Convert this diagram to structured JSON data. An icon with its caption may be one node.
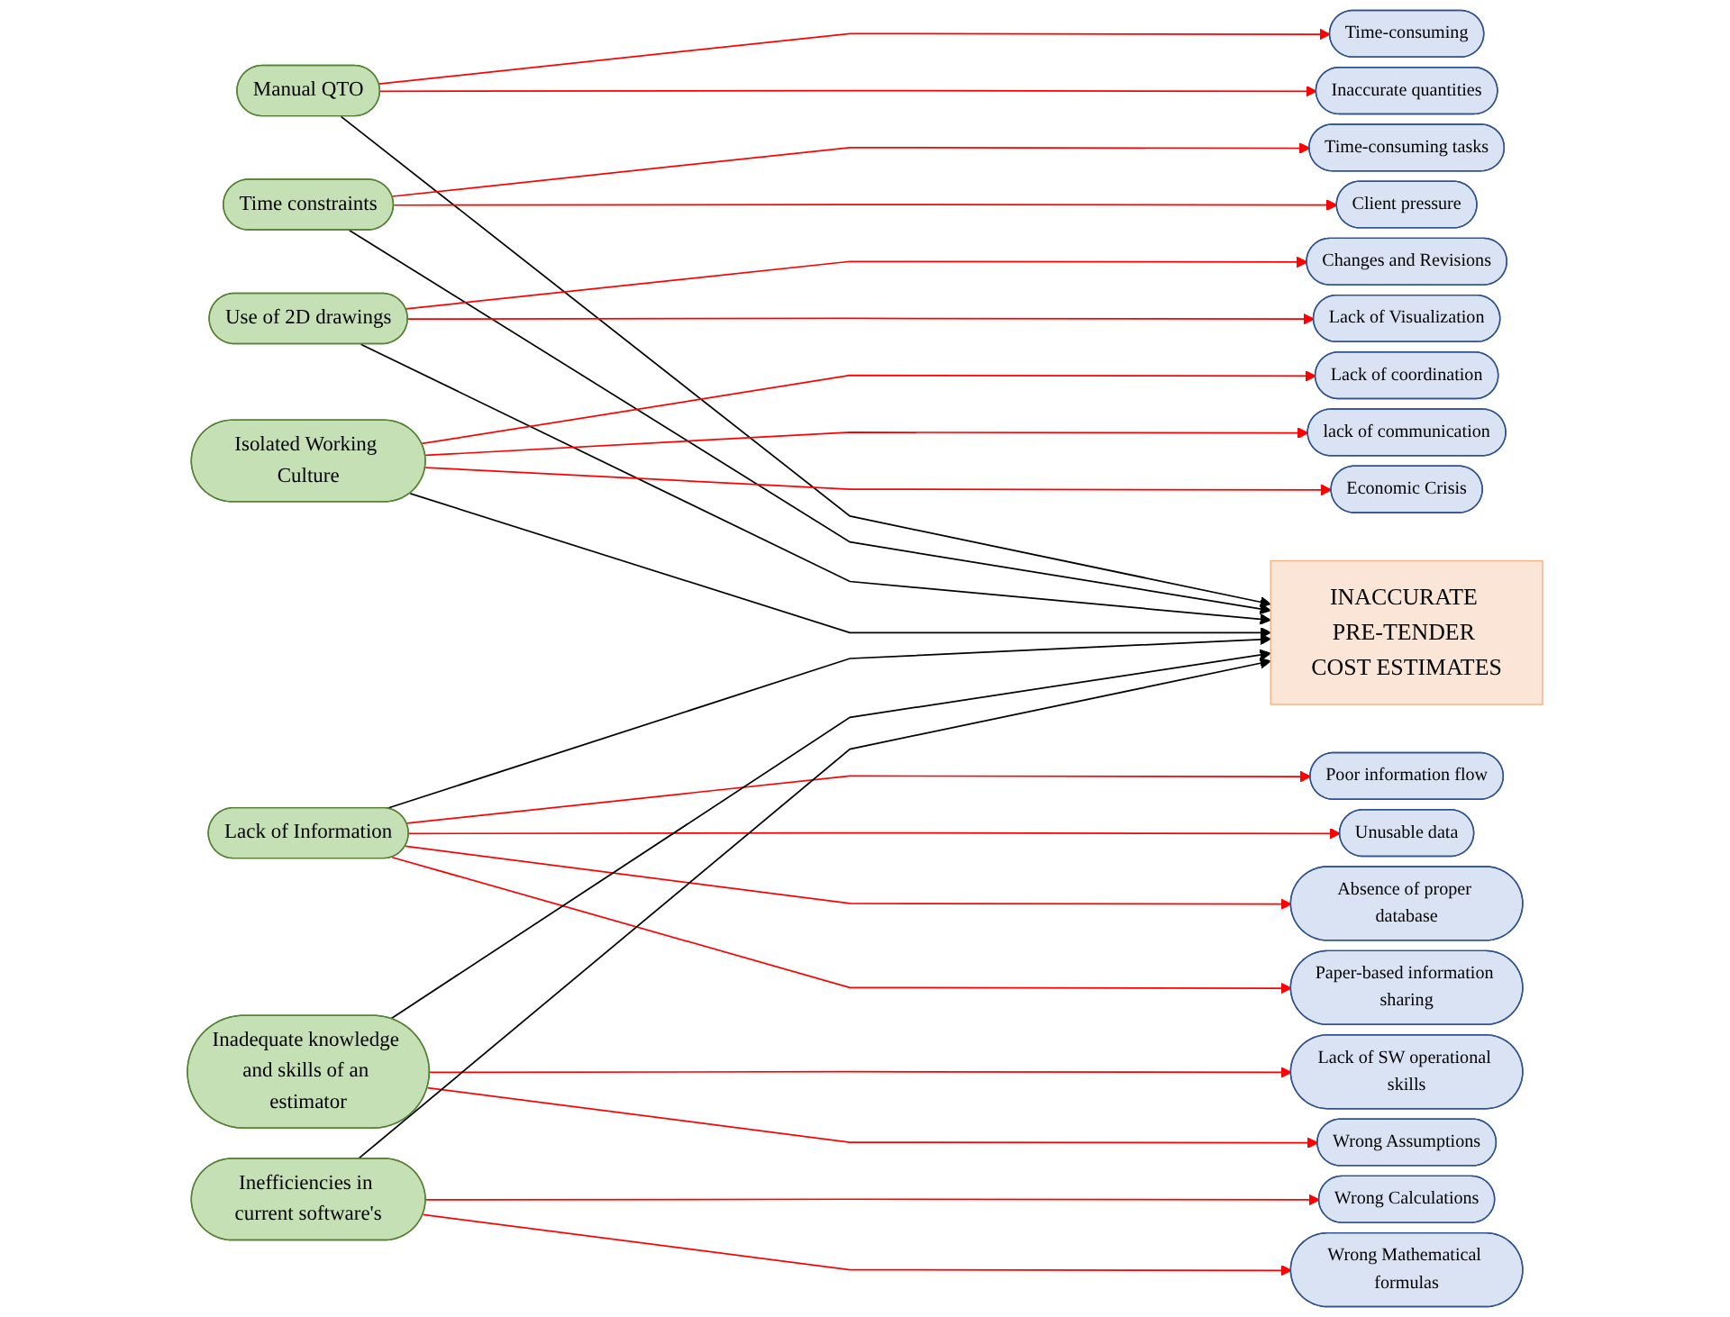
{
  "diagram": {
    "nodes": [
      {
        "text": [
          "INACCURATE PRE-TENDER COST ESTIMATES"
        ]
      },
      {
        "text": [
          "Manual QTO"
        ]
      },
      {
        "text": [
          "Inaccurate quantities"
        ]
      },
      {
        "text": [
          "Time-consuming"
        ]
      },
      {
        "text": [
          "Time constraints"
        ]
      },
      {
        "text": [
          "Client pressure"
        ]
      },
      {
        "text": [
          "Time-consuming tasks"
        ]
      },
      {
        "text": [
          "Use of 2D drawings"
        ]
      },
      {
        "text": [
          "Lack of Visualization"
        ]
      },
      {
        "text": [
          "Changes and Revisions"
        ]
      },
      {
        "text": [
          "Isolated Working Culture"
        ]
      },
      {
        "text": [
          "Economic Crisis"
        ]
      },
      {
        "text": [
          "lack of communication"
        ]
      },
      {
        "text": [
          "Lack of coordination"
        ]
      },
      {
        "text": [
          "Lack of Information"
        ]
      },
      {
        "text": [
          "Paper-based information sharing"
        ]
      },
      {
        "text": [
          "Absence of proper database"
        ]
      },
      {
        "text": [
          "Unusable data"
        ]
      },
      {
        "text": [
          "Poor information flow"
        ]
      },
      {
        "text": [
          "Inadequate knowledge and skills of an estimator"
        ]
      },
      {
        "text": [
          "Wrong Assumptions"
        ]
      },
      {
        "text": [
          "Lack of SW operational skills"
        ]
      },
      {
        "text": [
          "Inefficiencies in current software's"
        ]
      },
      {
        "text": [
          "Wrong Mathematical formulas"
        ]
      },
      {
        "text": [
          "Wrong Calculations"
        ]
      }
    ],
    "edges": [
      {
        "from": 1,
        "to": 0,
        "arrow": "to",
        "color": "#000000"
      },
      {
        "from": 1,
        "to": 2,
        "arrow": "to"
      },
      {
        "from": 1,
        "to": 3,
        "arrow": "to"
      },
      {
        "from": 4,
        "to": 0,
        "arrow": "to",
        "color": "#000000"
      },
      {
        "from": 4,
        "to": 5,
        "arrow": "to"
      },
      {
        "from": 4,
        "to": 6,
        "arrow": "to"
      },
      {
        "from": 7,
        "to": 0,
        "arrow": "to",
        "color": "#000000"
      },
      {
        "from": 7,
        "to": 8,
        "arrow": "to"
      },
      {
        "from": 7,
        "to": 9,
        "arrow": "to"
      },
      {
        "from": 10,
        "to": 0,
        "arrow": "to",
        "color": "#000000"
      },
      {
        "from": 10,
        "to": 11,
        "arrow": "to"
      },
      {
        "from": 10,
        "to": 12,
        "arrow": "to"
      },
      {
        "from": 10,
        "to": 13,
        "arrow": "to"
      },
      {
        "from": 14,
        "to": 0,
        "arrow": "to",
        "color": "#000000"
      },
      {
        "from": 14,
        "to": 15,
        "arrow": "to"
      },
      {
        "from": 14,
        "to": 16,
        "arrow": "to"
      },
      {
        "from": 14,
        "to": 17,
        "arrow": "to"
      },
      {
        "from": 14,
        "to": 18,
        "arrow": "to"
      },
      {
        "from": 19,
        "to": 0,
        "arrow": "to",
        "color": "#000000"
      },
      {
        "from": 19,
        "to": 20,
        "arrow": "to"
      },
      {
        "from": 19,
        "to": 21,
        "arrow": "to"
      },
      {
        "from": 22,
        "to": 0,
        "arrow": "to",
        "color": "#000000"
      },
      {
        "from": 22,
        "to": 23,
        "arrow": "to"
      },
      {
        "from": 22,
        "to": 24,
        "arrow": "to"
      }
    ]
  }
}
